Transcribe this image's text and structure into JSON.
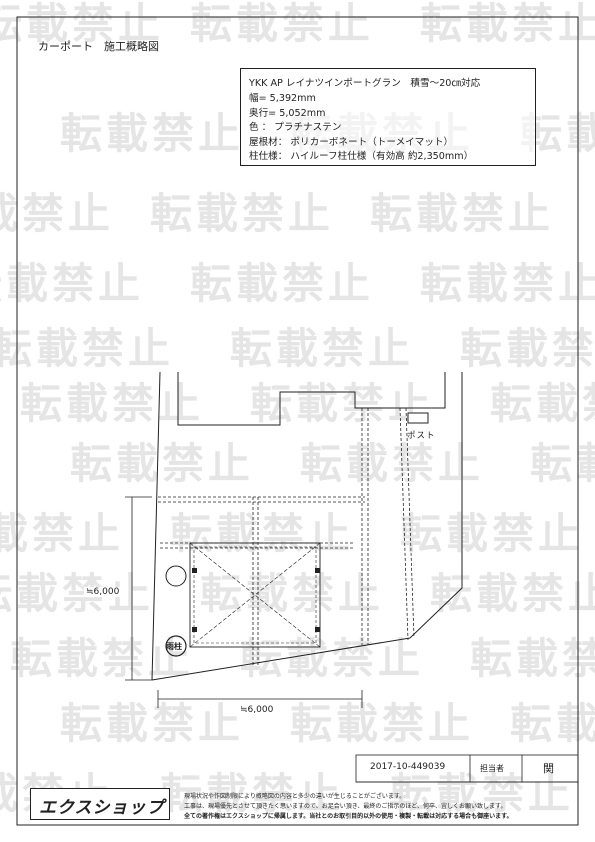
{
  "watermark": "転載禁止",
  "page_title": "カーポート　施工概略図",
  "spec": {
    "lines": [
      "YKK AP レイナツインポートグラン　積雪〜20㎝対応",
      "幅= 5,392mm",
      "奥行= 5,052mm",
      "色 ： プラチナステン",
      "屋根材： ポリカーボネート（トーメイマット）",
      "柱仕様： ハイルーフ柱仕様（有効高 約2,350mm）"
    ]
  },
  "drawing": {
    "post_label": "ポスト",
    "pillar_label": "雨柱",
    "dimension_vertical": "≒6,000",
    "dimension_horizontal": "≒6,000"
  },
  "footer": {
    "document_number": "2017-10-449039",
    "person_label": "担当者",
    "person_value": "関",
    "logo_text": "エクスショップ",
    "notes": [
      "現場状況や作図制限により概略図の内容と多少の違いが生じることがございます。",
      "工事は、現場優先とさせて頂きたく思いますので、お足合い頂き、最終のご指示のほど、何卒、宜しくお願い致します。",
      "全ての著作権はエクスショップに帰属します。当社とのお取引目的以外の使用・複製・転載は対応する場合も御座います。"
    ]
  },
  "colors": {
    "line": "#222222",
    "watermark": "#d9d9d9"
  }
}
